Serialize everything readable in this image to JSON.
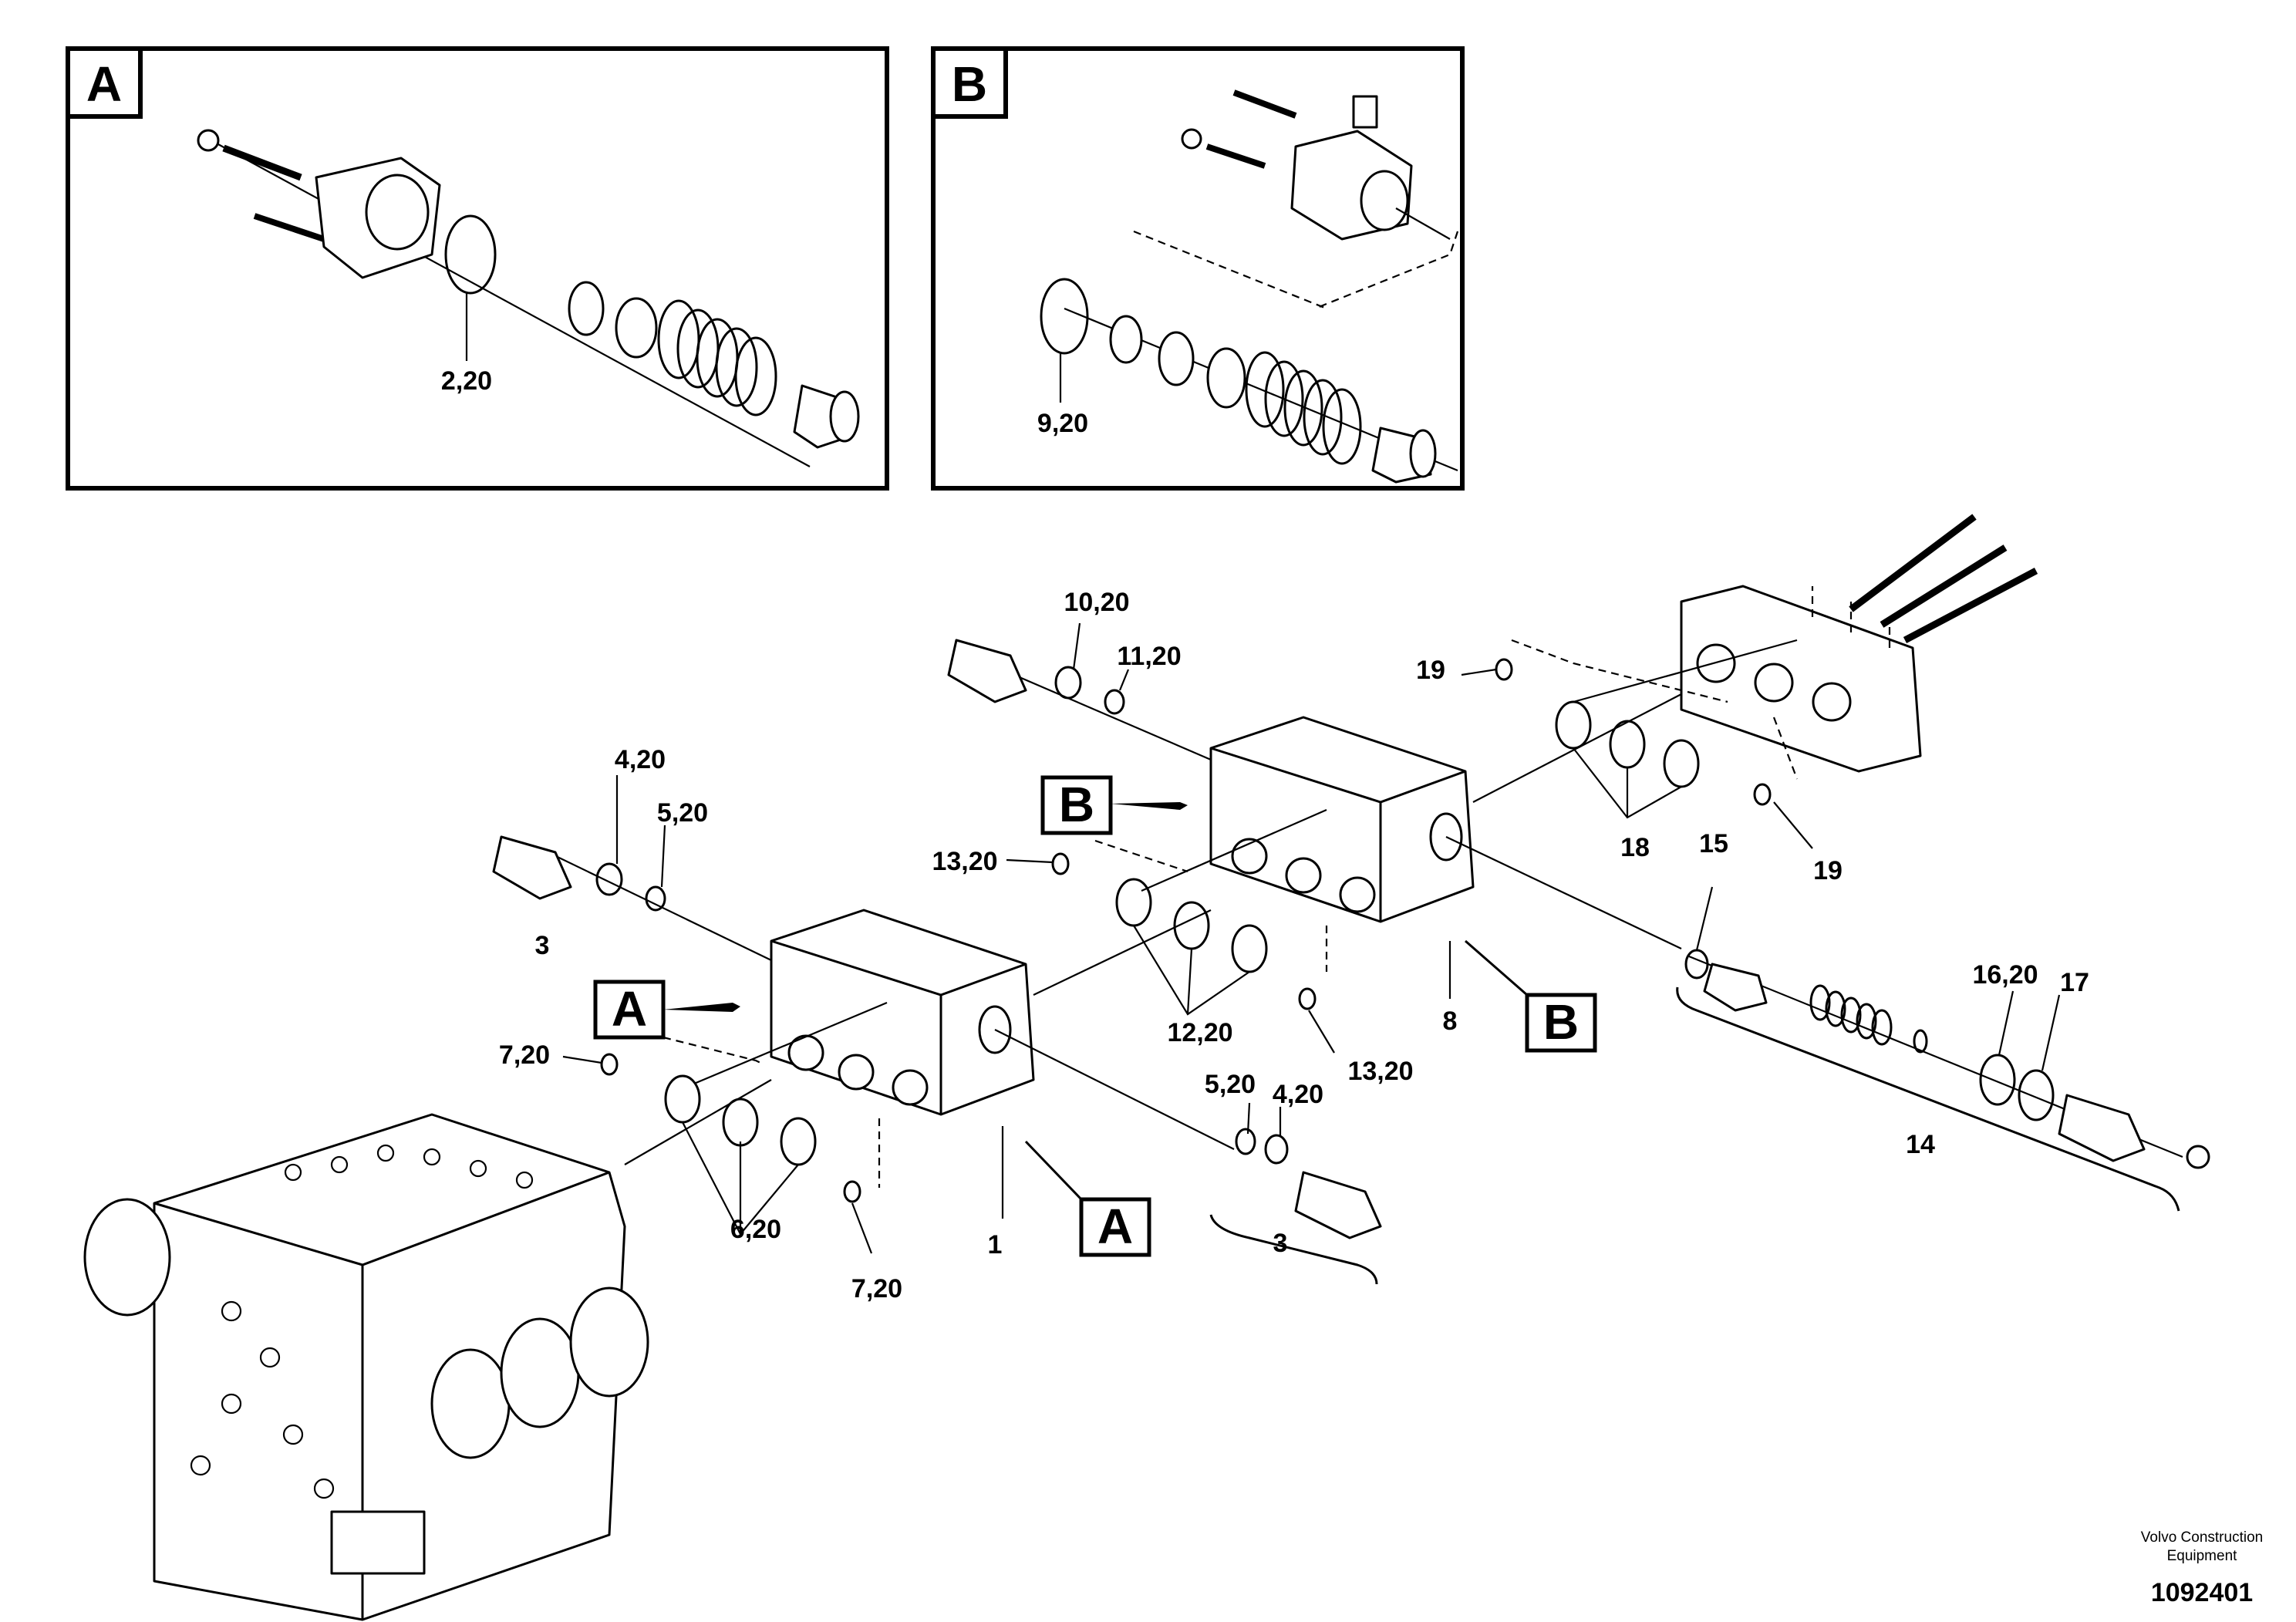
{
  "diagram": {
    "detail_views": {
      "a": {
        "tag": "A",
        "callout": "2,20"
      },
      "b": {
        "tag": "B",
        "callout": "9,20"
      }
    },
    "section_tags": {
      "a_left": "A",
      "a_right": "A",
      "b_left": "B",
      "b_right": "B"
    },
    "callouts": {
      "c_1": "1",
      "c_3_left": "3",
      "c_3_right": "3",
      "c_4_20_left": "4,20",
      "c_5_20_left": "5,20",
      "c_4_20_right": "4,20",
      "c_5_20_right": "5,20",
      "c_6_20": "6,20",
      "c_7_20_left": "7,20",
      "c_7_20_bottom": "7,20",
      "c_8": "8",
      "c_10_20": "10,20",
      "c_11_20": "11,20",
      "c_12_20": "12,20",
      "c_13_20_left": "13,20",
      "c_13_20_bottom": "13,20",
      "c_14": "14",
      "c_15": "15",
      "c_16_20": "16,20",
      "c_17": "17",
      "c_18": "18",
      "c_19_top": "19",
      "c_19_bottom": "19"
    },
    "footer": {
      "brand_line1": "Volvo Construction",
      "brand_line2": "Equipment",
      "drawing_number": "1092401"
    }
  }
}
